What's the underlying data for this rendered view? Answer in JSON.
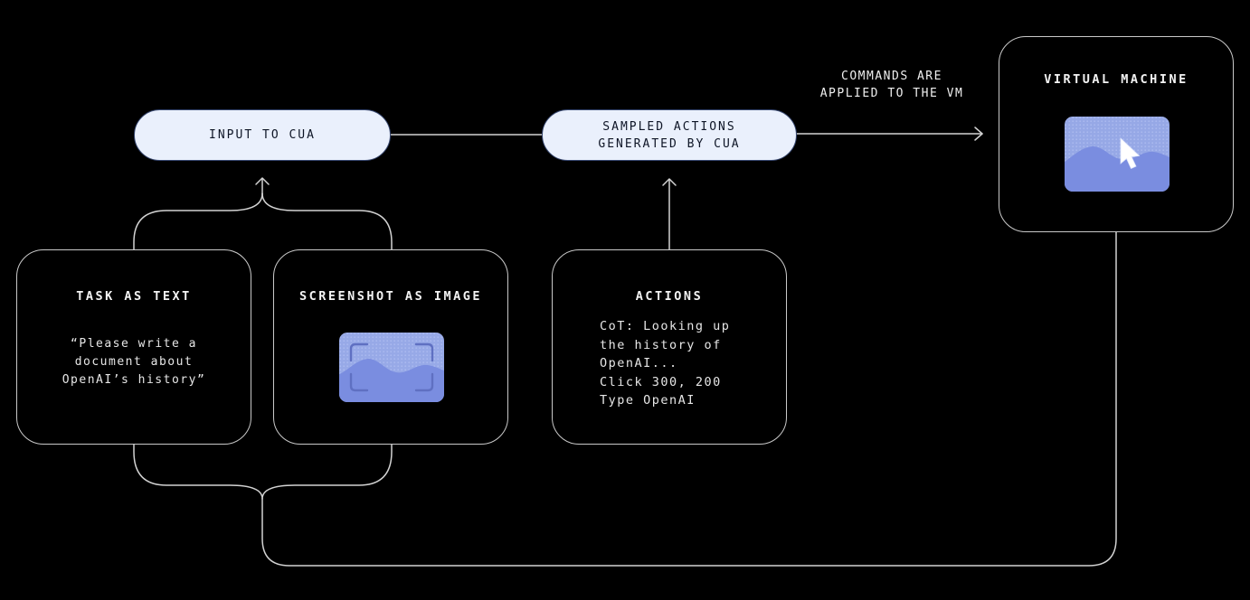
{
  "nodes": {
    "input_pill": {
      "label": "INPUT TO CUA"
    },
    "sampled_pill": {
      "lines": [
        "SAMPLED ACTIONS",
        "GENERATED BY CUA"
      ]
    },
    "vm_box": {
      "title": "VIRTUAL MACHINE"
    },
    "task_box": {
      "title": "TASK AS TEXT",
      "lines": [
        "“Please write a",
        "document about",
        "OpenAI’s history”"
      ]
    },
    "screenshot_box": {
      "title": "SCREENSHOT AS IMAGE"
    },
    "actions_box": {
      "title": "ACTIONS",
      "lines": [
        "CoT: Looking up",
        "the history of",
        "OpenAI...",
        "Click 300, 200",
        "Type OpenAI"
      ]
    }
  },
  "annotations": {
    "commands_label": {
      "lines": [
        "COMMANDS ARE",
        "APPLIED TO THE VM"
      ]
    }
  },
  "icons": {
    "vm_thumbnail": "screen-with-cursor-icon",
    "screenshot_thumbnail": "screen-with-selection-brackets-icon"
  },
  "colors": {
    "background": "#000000",
    "connector_line": "#d2d2d2",
    "box_border": "#c9c9c9",
    "pill_fill": "#eaf0fc",
    "pill_border": "#36466f",
    "pill_text": "#0e1526",
    "title_text": "#f3f3f3",
    "body_text": "#e6e6e6",
    "thumb_sky": "#96a8e6",
    "thumb_dots": "#aab9ef",
    "thumb_hills": "#7a8de0",
    "bracket_blue": "#5f70c2",
    "cursor_white": "#ffffff"
  }
}
